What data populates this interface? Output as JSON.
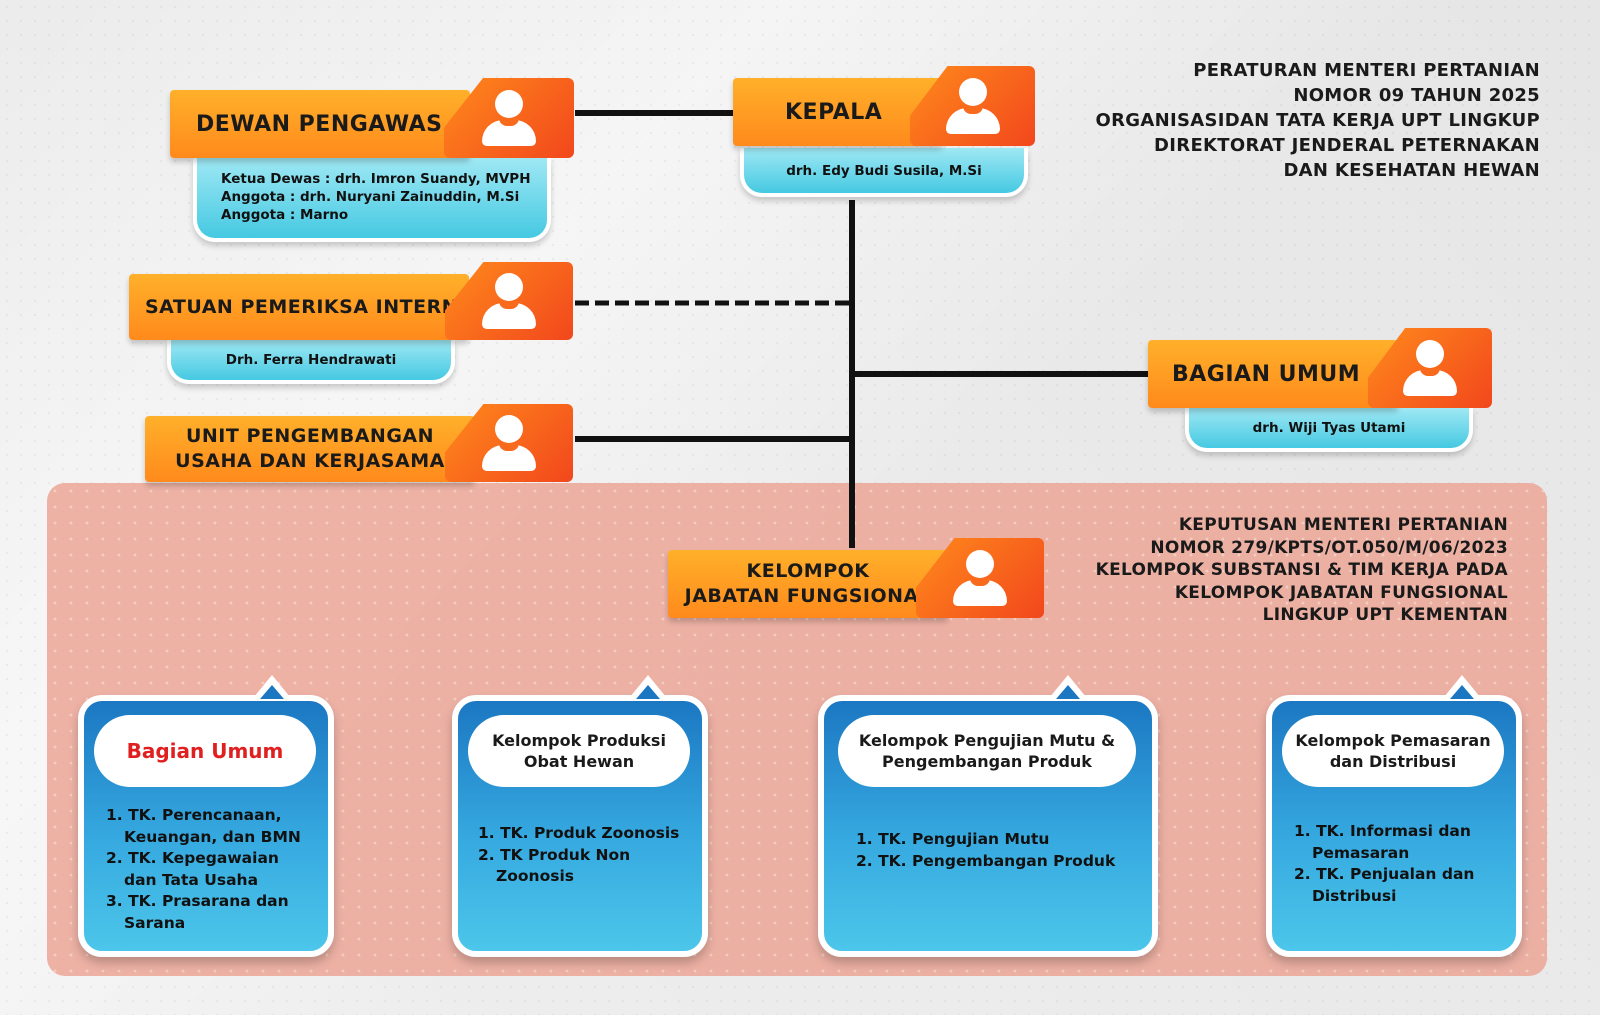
{
  "nodes": {
    "dewan_pengawas": {
      "title": "DEWAN PENGAWAS",
      "members": [
        "Ketua Dewas : drh. Imron Suandy, MVPH",
        "Anggota : drh. Nuryani Zainuddin, M.Si",
        "Anggota : Marno"
      ]
    },
    "kepala": {
      "title": "KEPALA",
      "name": "drh. Edy Budi Susila, M.Si"
    },
    "satuan_pemeriksa_intern": {
      "title": "SATUAN PEMERIKSA INTERN",
      "name": "Drh. Ferra Hendrawati"
    },
    "unit_pengembangan": {
      "title_line1": "UNIT PENGEMBANGAN",
      "title_line2": "USAHA DAN KERJASAMA"
    },
    "bagian_umum": {
      "title": "BAGIAN UMUM",
      "name": "drh. Wiji Tyas Utami"
    },
    "kelompok_jabatan": {
      "title_line1": "KELOMPOK",
      "title_line2": "JABATAN FUNGSIONAL"
    }
  },
  "regulation_top": [
    "PERATURAN MENTERI PERTANIAN",
    "NOMOR 09 TAHUN 2025",
    "ORGANISASIDAN TATA KERJA UPT LINGKUP",
    "DIREKTORAT JENDERAL PETERNAKAN",
    "DAN KESEHATAN HEWAN"
  ],
  "regulation_bottom": [
    "KEPUTUSAN MENTERI PERTANIAN",
    "NOMOR 279/KPTS/OT.050/M/06/2023",
    "KELOMPOK SUBSTANSI & TIM KERJA PADA",
    "KELOMPOK JABATAN FUNGSIONAL",
    "LINGKUP UPT KEMENTAN"
  ],
  "cards": [
    {
      "title": "Bagian Umum",
      "items": [
        "1. TK. Perencanaan, Keuangan, dan BMN",
        "2. TK. Kepegawaian dan Tata Usaha",
        "3. TK. Prasarana dan Sarana"
      ]
    },
    {
      "title_line1": "Kelompok Produksi",
      "title_line2": "Obat Hewan",
      "items": [
        "1. TK. Produk Zoonosis",
        "2. TK Produk Non Zoonosis"
      ]
    },
    {
      "title_line1": "Kelompok Pengujian Mutu &",
      "title_line2": "Pengembangan Produk",
      "items": [
        "1. TK. Pengujian Mutu",
        "2. TK. Pengembangan Produk"
      ]
    },
    {
      "title_line1": "Kelompok Pemasaran",
      "title_line2": "dan Distribusi",
      "items": [
        "1. TK. Informasi dan Pemasaran",
        "2. TK. Penjualan dan Distribusi"
      ]
    }
  ],
  "colors": {
    "orange": "#ff8a1c",
    "orange_dark": "#f2471c",
    "cyan": "#45c9e2",
    "blue": "#1b77c2",
    "panel": "#eca696",
    "red_title": "#e02020"
  },
  "icons": [
    "person-icon"
  ]
}
